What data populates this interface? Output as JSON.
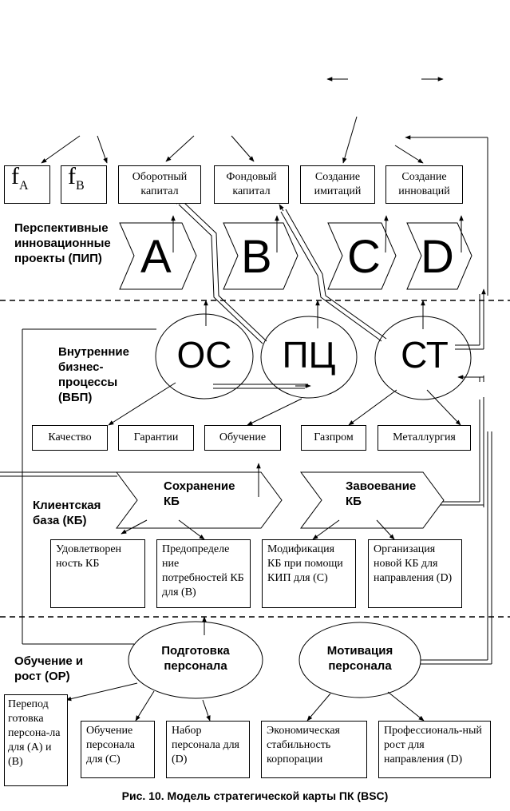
{
  "top_factors": {
    "fa": "f",
    "fa_sub": "A",
    "fb": "f",
    "fb_sub": "B",
    "working_capital": "Оборотный капитал",
    "fixed_capital": "Фондовый капитал",
    "imitation": "Создание имитаций",
    "innovation": "Создание инноваций"
  },
  "pip": {
    "label": "Перспективные инновационные проекты (ПИП)",
    "projects": [
      "A",
      "B",
      "C",
      "D"
    ]
  },
  "vbp": {
    "label": "Внутренние бизнес-процессы (ВБП)",
    "ovals": [
      "ОС",
      "ПЦ",
      "СТ"
    ],
    "boxes": [
      "Качество",
      "Гарантии",
      "Обучение",
      "Газпром",
      "Металлургия"
    ]
  },
  "kb": {
    "label": "Клиентская база (КБ)",
    "chevrons": [
      "Сохранение КБ",
      "Завоевание КБ"
    ],
    "boxes": [
      "Удовлетворен ность КБ",
      "Предопределе ние потребностей КБ для (В)",
      "Модификация КБ при помощи КИП для (С)",
      "Организация новой КБ для направления (D)"
    ]
  },
  "op": {
    "label": "Обучение и рост (ОР)",
    "ovals": [
      "Подготовка персонала",
      "Мотивация персонала"
    ],
    "left_box": "Перепод готовка персона-ла для (А) и (В)",
    "boxes": [
      "Обучение персонала для (С)",
      "Набор персонала для (D)",
      "Экономическая стабильность корпорации",
      "Профессиональ-ный рост для направления (D)"
    ]
  },
  "caption": "Рис. 10. Модель стратегической карты ПК (BSC)"
}
